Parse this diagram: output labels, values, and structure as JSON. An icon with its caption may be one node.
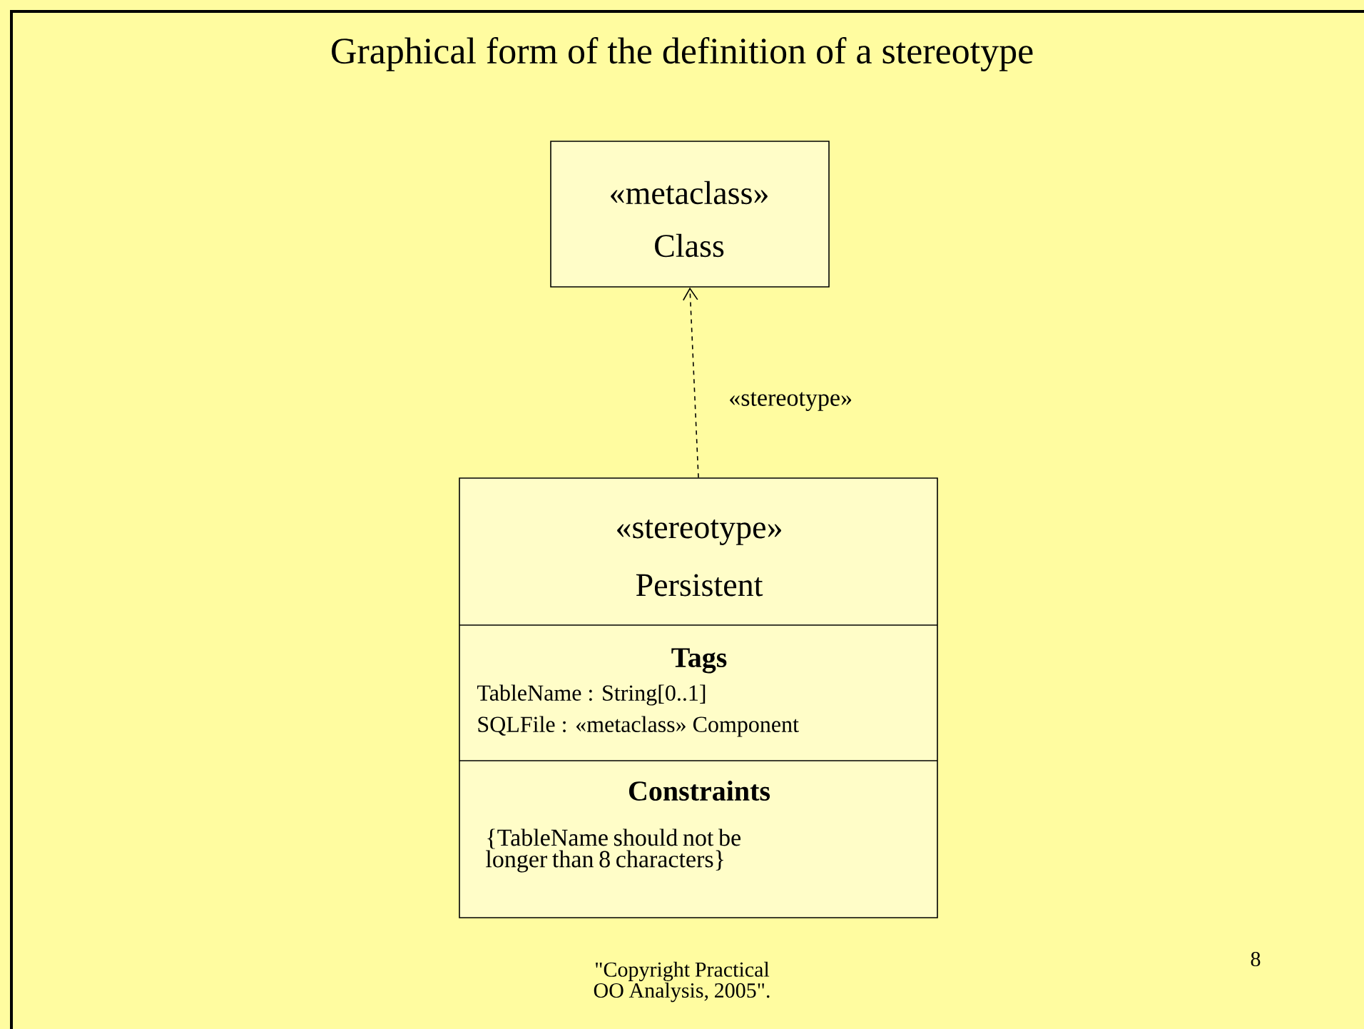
{
  "diagram": {
    "title": "Graphical form of the definition of a stereotype",
    "nodes": [
      {
        "text": [
          "«metaclass»",
          "Class"
        ]
      },
      {
        "text": [
          "«stereotype»",
          "Persistent",
          "Tags",
          "TableName : String[0..1]",
          "SQLFile : «metaclass» Component",
          "Constraints",
          "{TableName should not be longer than 8 characters}"
        ]
      }
    ],
    "edges": [
      {
        "from": 1,
        "to": 0,
        "arrow": "to",
        "style": "dashed",
        "label": "«stereotype»"
      }
    ],
    "labels": [
      "\"Copyright Practical OO Analysis, 2005\".",
      "8"
    ]
  }
}
